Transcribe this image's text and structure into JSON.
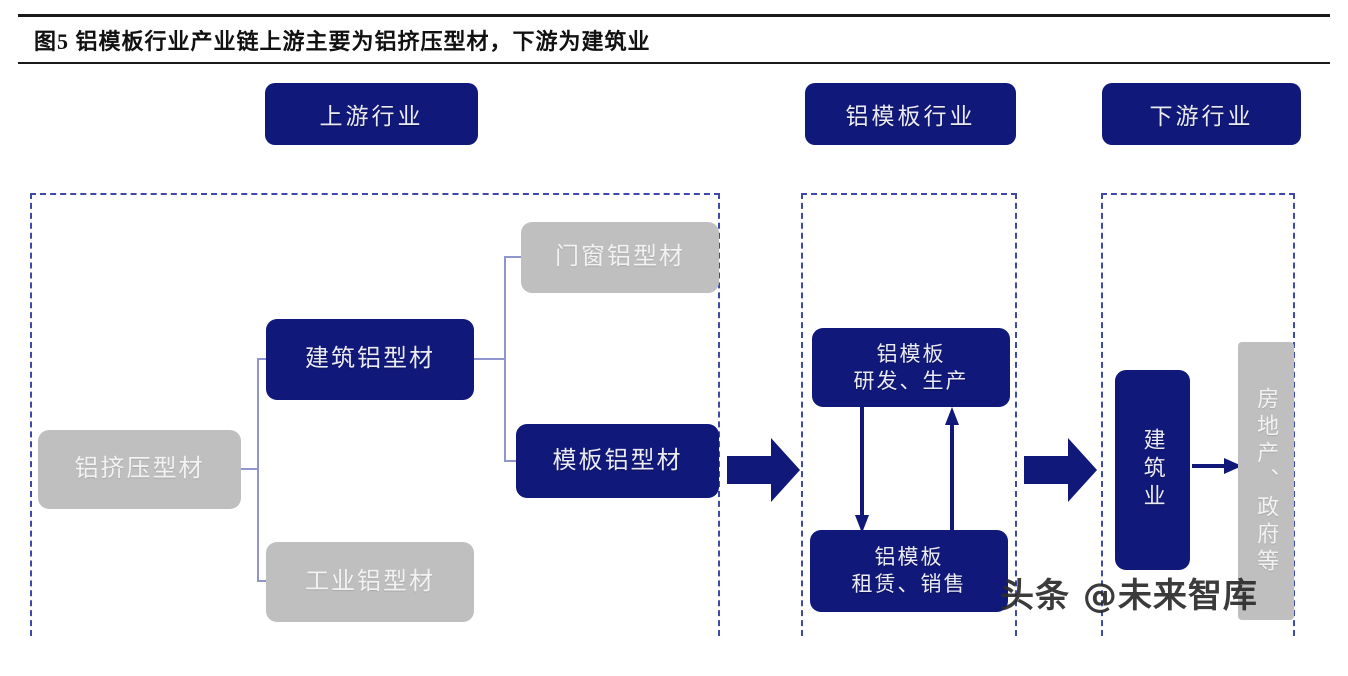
{
  "figure": {
    "title": "图5  铝模板行业产业链上游主要为铝挤压型材，下游为建筑业",
    "accent_navy": "#10187a",
    "accent_gray": "#bfbfbf",
    "connector_color": "#8e95cf",
    "dashed_border_color": "#3f49a8"
  },
  "headers": {
    "upstream": "上游行业",
    "industry": "铝模板行业",
    "downstream": "下游行业"
  },
  "upstream": {
    "extrusion": "铝挤压型材",
    "architectural": "建筑铝型材",
    "industrial": "工业铝型材",
    "window": "门窗铝型材",
    "formwork": "模板铝型材"
  },
  "industry": {
    "rnd": "铝模板\n研发、生产",
    "lease": "铝模板\n租赁、销售"
  },
  "downstream": {
    "construction": "建筑业",
    "realestate": "房地产、政府等"
  },
  "watermark": "头条 @未来智库",
  "chart_data": {
    "type": "diagram",
    "title": "图5  铝模板行业产业链上游主要为铝挤压型材，下游为建筑业",
    "zones": [
      {
        "name": "上游行业",
        "nodes": [
          {
            "label": "铝挤压型材",
            "style": "gray",
            "level": 0
          },
          {
            "label": "建筑铝型材",
            "style": "navy",
            "level": 1
          },
          {
            "label": "工业铝型材",
            "style": "gray",
            "level": 1
          },
          {
            "label": "门窗铝型材",
            "style": "gray",
            "level": 2
          },
          {
            "label": "模板铝型材",
            "style": "navy",
            "level": 2
          }
        ],
        "edges": [
          {
            "from": "铝挤压型材",
            "to": "建筑铝型材"
          },
          {
            "from": "铝挤压型材",
            "to": "工业铝型材"
          },
          {
            "from": "建筑铝型材",
            "to": "门窗铝型材"
          },
          {
            "from": "建筑铝型材",
            "to": "模板铝型材"
          }
        ]
      },
      {
        "name": "铝模板行业",
        "nodes": [
          {
            "label": "铝模板 研发、生产",
            "style": "navy",
            "level": 0
          },
          {
            "label": "铝模板 租赁、销售",
            "style": "navy",
            "level": 1
          }
        ],
        "edges": [
          {
            "from": "铝模板 研发、生产",
            "to": "铝模板 租赁、销售"
          },
          {
            "from": "铝模板 租赁、销售",
            "to": "铝模板 研发、生产"
          }
        ]
      },
      {
        "name": "下游行业",
        "nodes": [
          {
            "label": "建筑业",
            "style": "navy",
            "level": 0
          },
          {
            "label": "房地产、政府等",
            "style": "gray",
            "level": 1
          }
        ],
        "edges": [
          {
            "from": "建筑业",
            "to": "房地产、政府等"
          }
        ]
      }
    ],
    "zone_links": [
      {
        "from": "上游行业",
        "to": "铝模板行业",
        "marker": "block-arrow"
      },
      {
        "from": "铝模板行业",
        "to": "下游行业",
        "marker": "block-arrow"
      }
    ]
  }
}
